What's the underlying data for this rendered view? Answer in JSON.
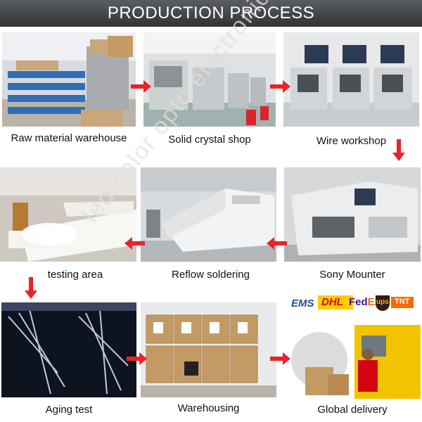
{
  "header": {
    "title": "PRODUCTION PROCESS"
  },
  "steps": [
    {
      "label": "Raw material warehouse"
    },
    {
      "label": "Solid crystal shop"
    },
    {
      "label": "Wire workshop"
    },
    {
      "label": "testing area"
    },
    {
      "label": "Reflow soldering"
    },
    {
      "label": "Sony Mounter"
    },
    {
      "label": "Aging test"
    },
    {
      "label": "Warehousing"
    },
    {
      "label": "Global delivery"
    }
  ],
  "watermark": {
    "text": "led color opto electronic"
  },
  "couriers": {
    "ems": "EMS",
    "dhl": "DHL",
    "fedex_a": "Fed",
    "fedex_b": "Ex",
    "ups": "ups",
    "tnt": "TNT"
  },
  "colors": {
    "arrow": "#e8232a",
    "banner": "#3a3e42"
  }
}
